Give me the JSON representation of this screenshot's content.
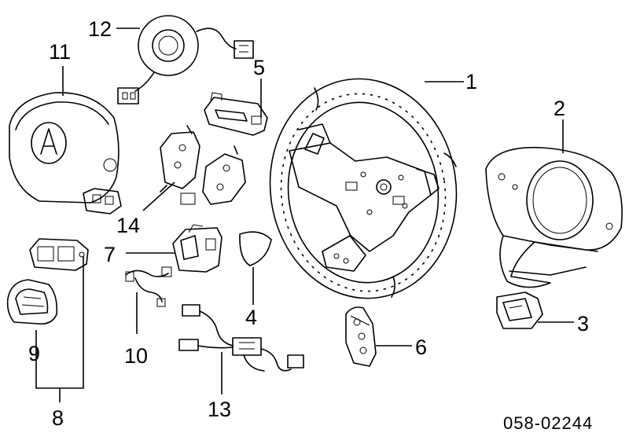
{
  "diagram": {
    "callouts": [
      "1",
      "2",
      "3",
      "4",
      "5",
      "6",
      "7",
      "8",
      "9",
      "10",
      "11",
      "12",
      "13",
      "14"
    ],
    "drawing_code": "058-02244",
    "parts": [
      {
        "id": "wheel",
        "callout": "1"
      },
      {
        "id": "rear-cover",
        "callout": "2"
      },
      {
        "id": "lower-cover",
        "callout": "3"
      },
      {
        "id": "spoke-cover",
        "callout": "4"
      },
      {
        "id": "cruise-switch",
        "callout": "5"
      },
      {
        "id": "right-switch",
        "callout": "6"
      },
      {
        "id": "audio-switch",
        "callout": "7"
      },
      {
        "id": "switch-assembly",
        "callout": "8"
      },
      {
        "id": "switch-bezel",
        "callout": "9"
      },
      {
        "id": "harness-small",
        "callout": "10"
      },
      {
        "id": "airbag-module",
        "callout": "11"
      },
      {
        "id": "clock-spring",
        "callout": "12"
      },
      {
        "id": "wire-harness",
        "callout": "13"
      },
      {
        "id": "bracket-set",
        "callout": "14"
      }
    ]
  }
}
